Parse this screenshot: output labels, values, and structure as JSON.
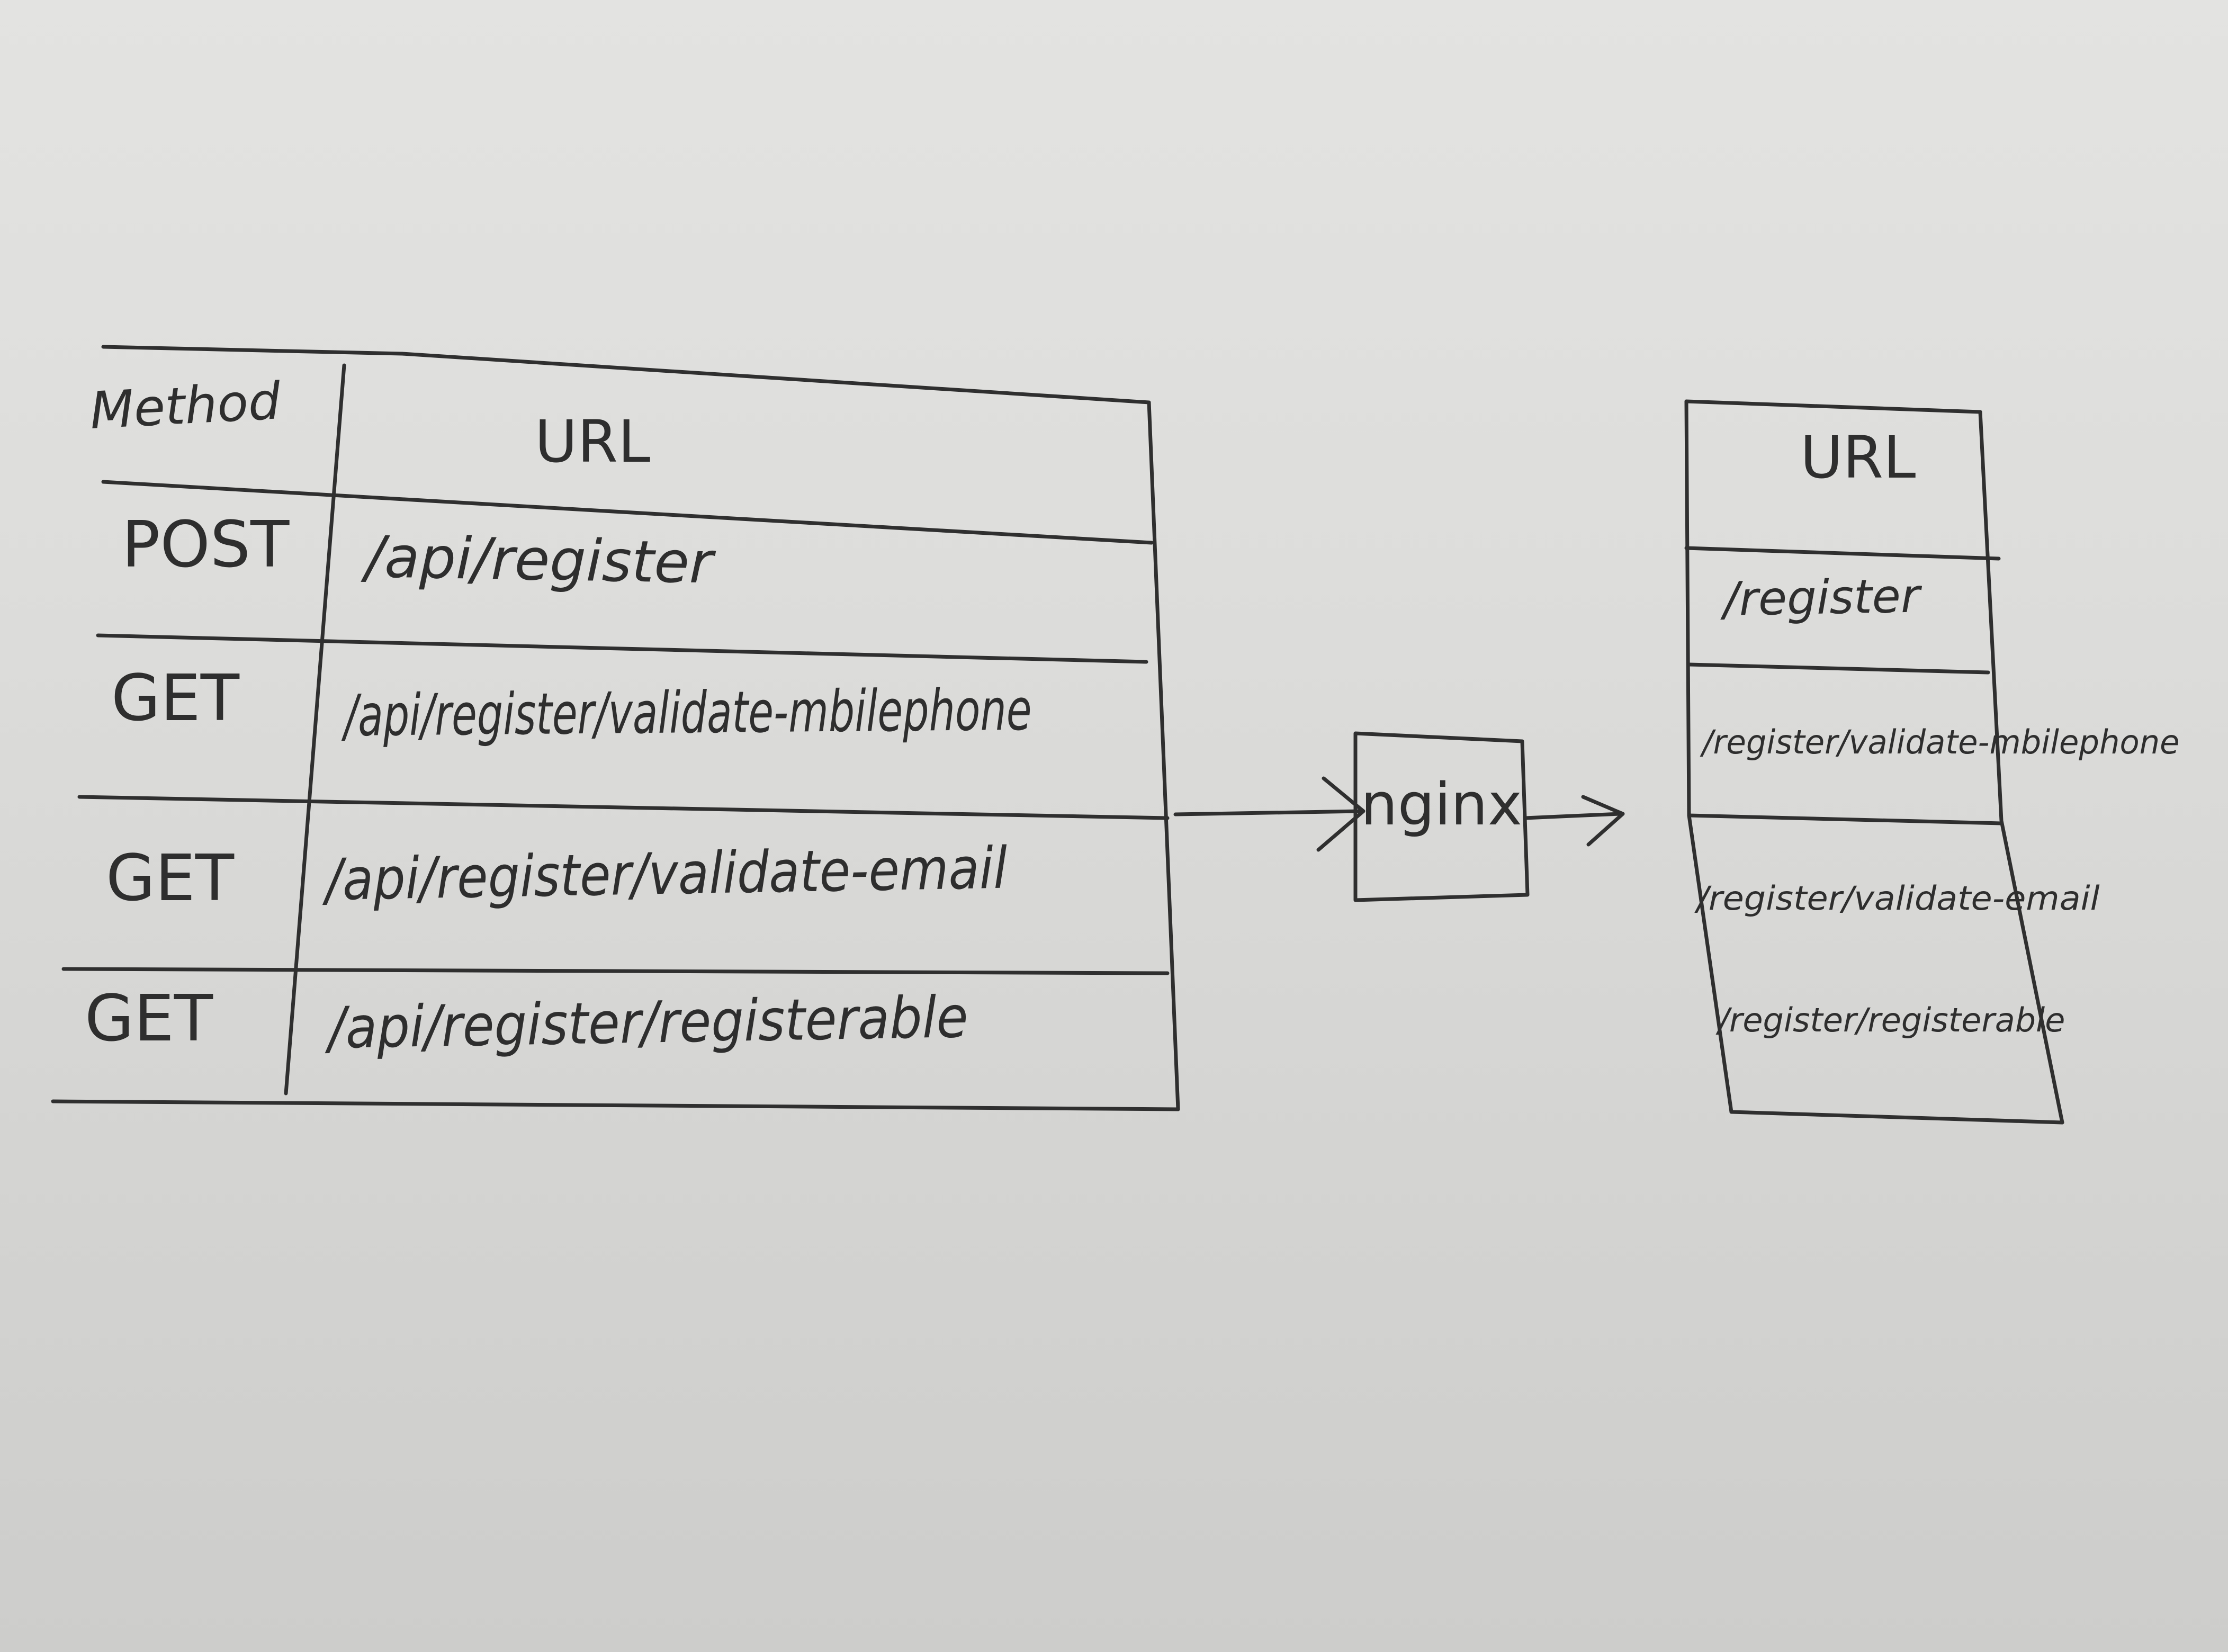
{
  "left_table": {
    "headers": {
      "method": "Method",
      "url": "URL"
    },
    "rows": [
      {
        "method": "POST",
        "url": "/api/register"
      },
      {
        "method": "GET",
        "url": "/api/register/validate-mbilephone"
      },
      {
        "method": "GET",
        "url": "/api/register/validate-email"
      },
      {
        "method": "GET",
        "url": "/api/register/registerable"
      }
    ]
  },
  "proxy": {
    "label": "nginx"
  },
  "right_table": {
    "header": "URL",
    "rows": [
      "/register",
      "/register/validate-mbilephone",
      "/register/validate-email",
      "/register/registerable"
    ]
  }
}
